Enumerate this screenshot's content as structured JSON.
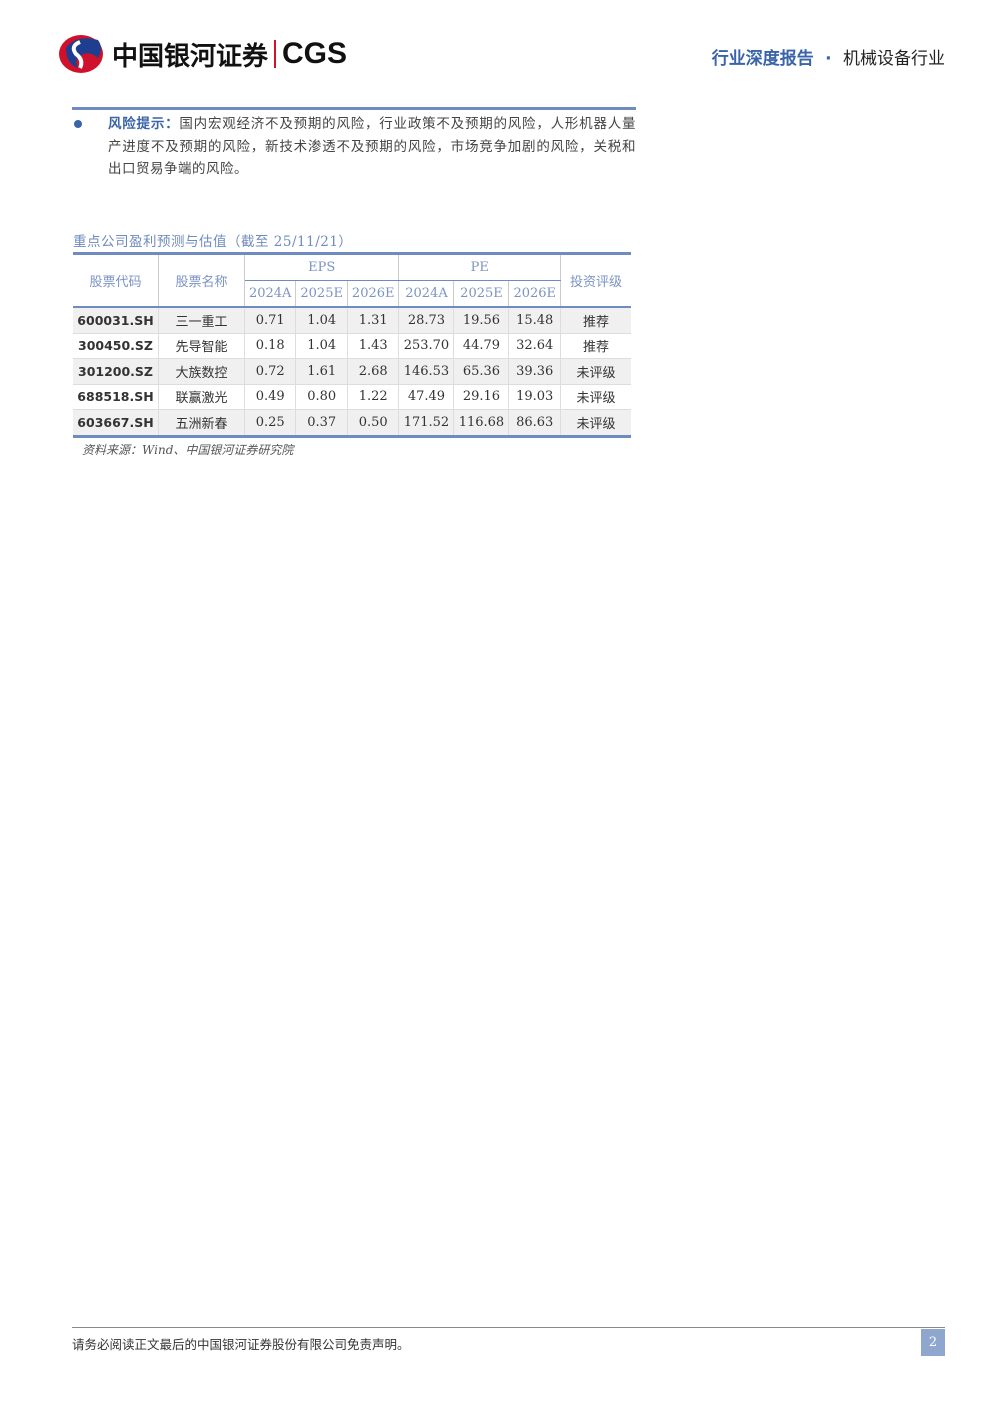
{
  "header": {
    "logo_cn": "中国银河证券",
    "logo_en": "CGS",
    "report_type": "行业深度报告",
    "dot": "·",
    "industry": "机械设备行业"
  },
  "risk": {
    "label": "风险提示：",
    "text": "国内宏观经济不及预期的风险，行业政策不及预期的风险，人形机器人量产进度不及预期的风险，新技术渗透不及预期的风险，市场竞争加剧的风险，关税和出口贸易争端的风险。"
  },
  "table": {
    "caption": "重点公司盈利预测与估值（截至 25/11/21）",
    "headers": {
      "code": "股票代码",
      "name": "股票名称",
      "eps": "EPS",
      "pe": "PE",
      "rating": "投资评级",
      "years": [
        "2024A",
        "2025E",
        "2026E"
      ]
    },
    "rows": [
      {
        "code": "600031.SH",
        "name": "三一重工",
        "eps": [
          "0.71",
          "1.04",
          "1.31"
        ],
        "pe": [
          "28.73",
          "19.56",
          "15.48"
        ],
        "rating": "推荐"
      },
      {
        "code": "300450.SZ",
        "name": "先导智能",
        "eps": [
          "0.18",
          "1.04",
          "1.43"
        ],
        "pe": [
          "253.70",
          "44.79",
          "32.64"
        ],
        "rating": "推荐"
      },
      {
        "code": "301200.SZ",
        "name": "大族数控",
        "eps": [
          "0.72",
          "1.61",
          "2.68"
        ],
        "pe": [
          "146.53",
          "65.36",
          "39.36"
        ],
        "rating": "未评级"
      },
      {
        "code": "688518.SH",
        "name": "联赢激光",
        "eps": [
          "0.49",
          "0.80",
          "1.22"
        ],
        "pe": [
          "47.49",
          "29.16",
          "19.03"
        ],
        "rating": "未评级"
      },
      {
        "code": "603667.SH",
        "name": "五洲新春",
        "eps": [
          "0.25",
          "0.37",
          "0.50"
        ],
        "pe": [
          "171.52",
          "116.68",
          "86.63"
        ],
        "rating": "未评级"
      }
    ],
    "source": "资料来源：Wind、中国银河证券研究院"
  },
  "footer": {
    "disclaimer": "请务必阅读正文最后的中国银河证券股份有限公司免责声明。",
    "page": "2"
  }
}
